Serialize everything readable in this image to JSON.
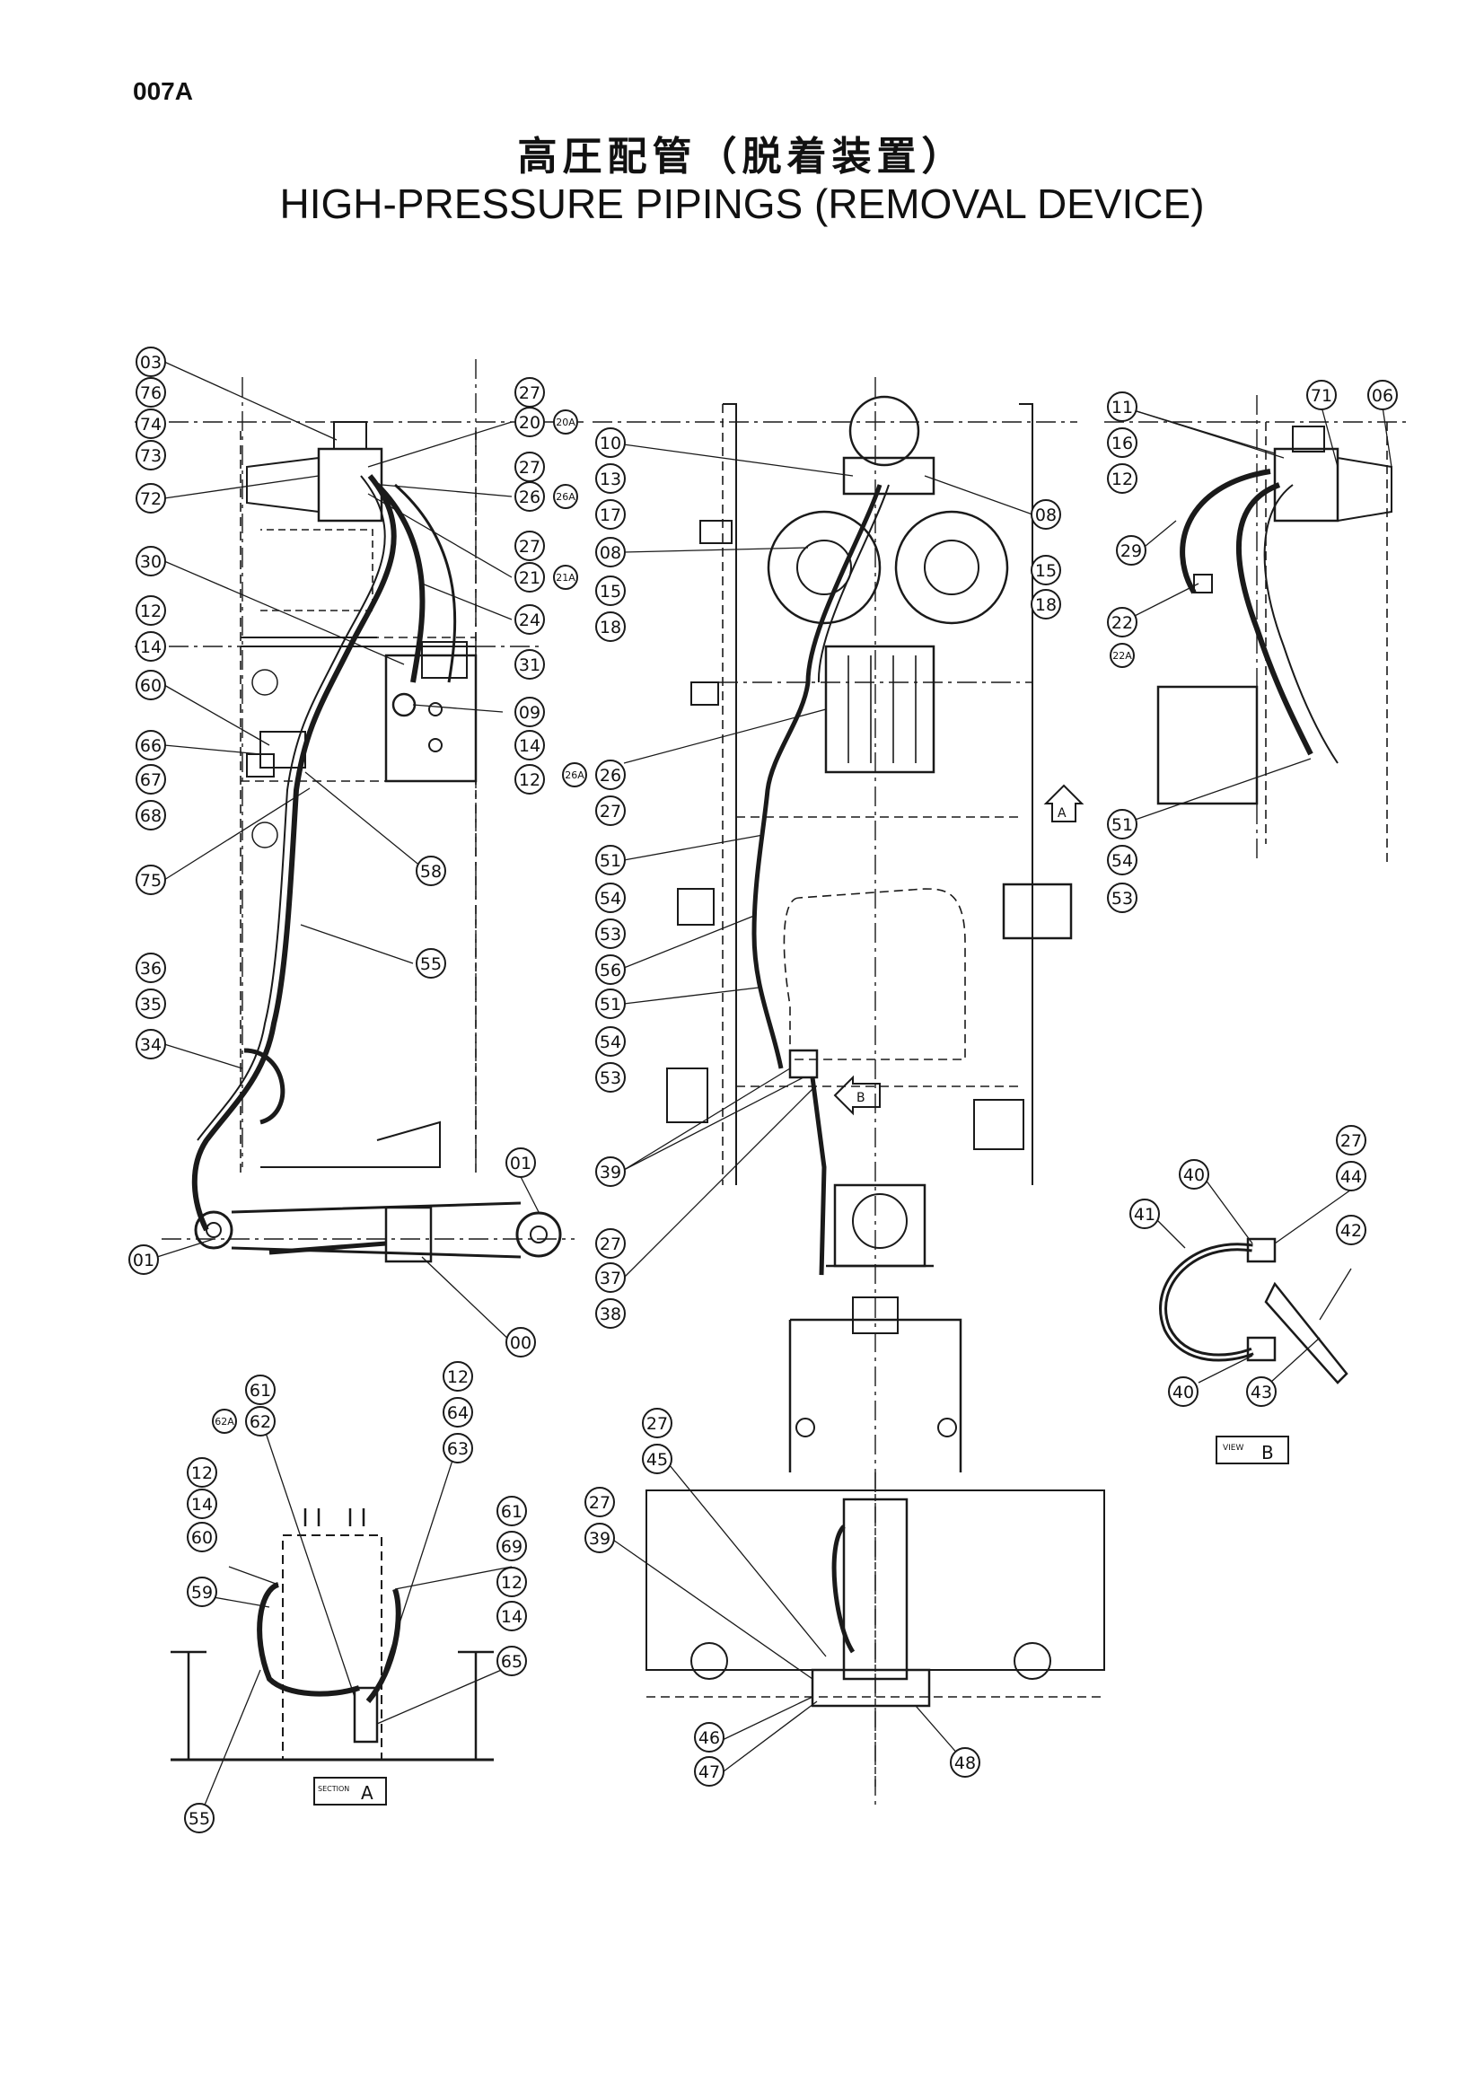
{
  "page": {
    "code": "007A",
    "title_jp": "高圧配管（脱着装置）",
    "title_en": "HIGH-PRESSURE PIPINGS (REMOVAL DEVICE)"
  },
  "boxes": {
    "view_b": {
      "small": "VIEW",
      "letter": "B"
    },
    "section_a": {
      "small": "SECTION",
      "letter": "A"
    }
  },
  "arrows": {
    "a": "A",
    "b": "B"
  },
  "callouts": {
    "c1": "03",
    "c2": "76",
    "c3": "74",
    "c4": "73",
    "c5": "72",
    "c6": "27",
    "c7": "20",
    "c8": "20A",
    "c9": "27",
    "c10": "26",
    "c11": "26A",
    "c12": "27",
    "c13": "21",
    "c14": "21A",
    "c15": "24",
    "c16": "30",
    "c17": "31",
    "c18": "12",
    "c19": "14",
    "c20": "60",
    "c21": "09",
    "c22": "66",
    "c23": "67",
    "c24": "68",
    "c25": "14",
    "c26": "12",
    "c27": "58",
    "c28": "75",
    "c29": "55",
    "c30": "36",
    "c31": "35",
    "c32": "34",
    "c33": "01",
    "c34": "01",
    "c35": "00",
    "c36": "10",
    "c37": "13",
    "c38": "17",
    "c39": "08",
    "c40": "15",
    "c41": "18",
    "c42": "08",
    "c43": "15",
    "c44": "18",
    "c45": "26A",
    "c46": "26",
    "c47": "27",
    "c48": "51",
    "c49": "54",
    "c50": "53",
    "c51": "56",
    "c52": "51",
    "c53": "54",
    "c54": "53",
    "c55": "39",
    "c56": "27",
    "c57": "37",
    "c58": "38",
    "c59": "11",
    "c60": "16",
    "c61": "12",
    "c62": "71",
    "c63": "06",
    "c64": "29",
    "c65": "22",
    "c66": "22A",
    "c67": "51",
    "c68": "54",
    "c69": "53",
    "c70": "27",
    "c71": "40",
    "c72": "44",
    "c73": "41",
    "c74": "42",
    "c75": "40",
    "c76": "43",
    "c77": "61",
    "c78": "62A",
    "c79": "62",
    "c80": "12",
    "c81": "64",
    "c82": "63",
    "c83": "12",
    "c84": "14",
    "c85": "60",
    "c86": "59",
    "c87": "61",
    "c88": "69",
    "c89": "12",
    "c90": "14",
    "c91": "65",
    "c92": "55",
    "c93": "27",
    "c94": "45",
    "c95": "27",
    "c96": "39",
    "c97": "46",
    "c98": "47",
    "c99": "48"
  }
}
